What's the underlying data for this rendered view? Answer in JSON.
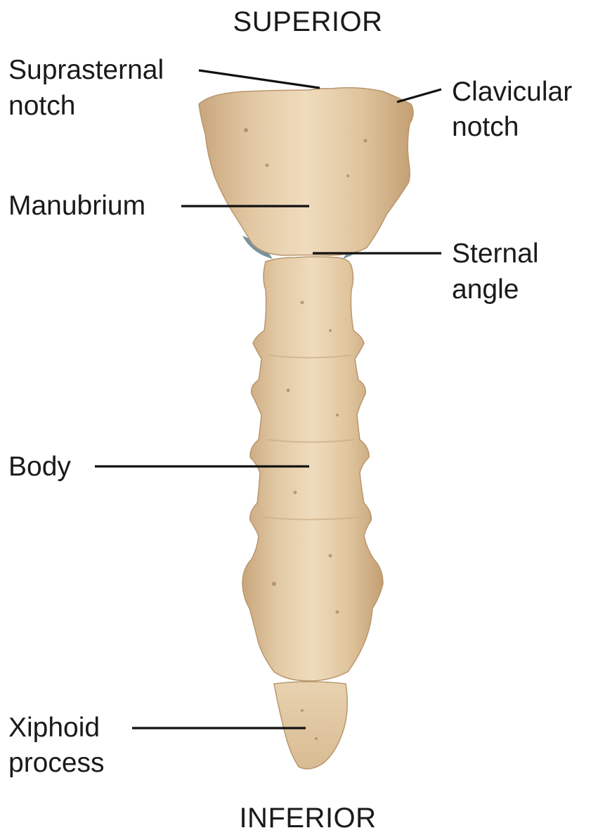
{
  "orientation": {
    "top": "SUPERIOR",
    "bottom": "INFERIOR"
  },
  "labels": {
    "suprasternal_notch": [
      "Suprasternal",
      "notch"
    ],
    "clavicular_notch": [
      "Clavicular",
      "notch"
    ],
    "manubrium": [
      "Manubrium"
    ],
    "sternal_angle": [
      "Sternal",
      "angle"
    ],
    "body": [
      "Body"
    ],
    "xiphoid_process": [
      "Xiphoid",
      "process"
    ]
  },
  "colors": {
    "bone_fill": "#e2c9a4",
    "bone_light": "#f1e2c7",
    "bone_shadow": "#b9966c",
    "cartilage": "#5f7f8f",
    "text": "#1a1a1a"
  }
}
